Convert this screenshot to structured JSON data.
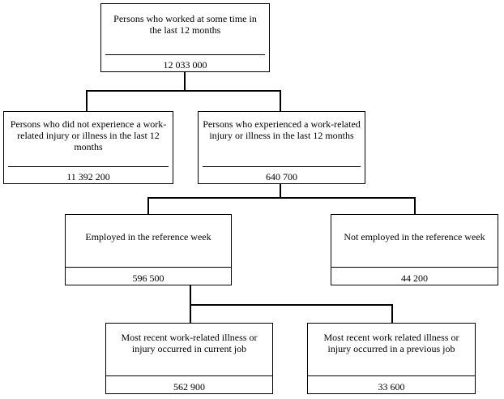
{
  "diagram": {
    "root": {
      "label": "Persons who worked at some time in the last 12 months",
      "value": "12 033 000"
    },
    "no_injury": {
      "label": "Persons who did not experience a work-related injury or illness in the last 12 months",
      "value": "11 392 200"
    },
    "injury": {
      "label": "Persons who experienced a work-related injury or illness in the last 12 months",
      "value": "640 700"
    },
    "employed": {
      "label": "Employed in the reference week",
      "value": "596 500"
    },
    "not_employed": {
      "label": "Not employed in the reference week",
      "value": "44 200"
    },
    "current_job": {
      "label": "Most recent work-related illness or injury occurred in current job",
      "value": "562 900"
    },
    "previous_job": {
      "label": "Most recent work related illness or injury occurred in a previous job",
      "value": "33 600"
    }
  }
}
